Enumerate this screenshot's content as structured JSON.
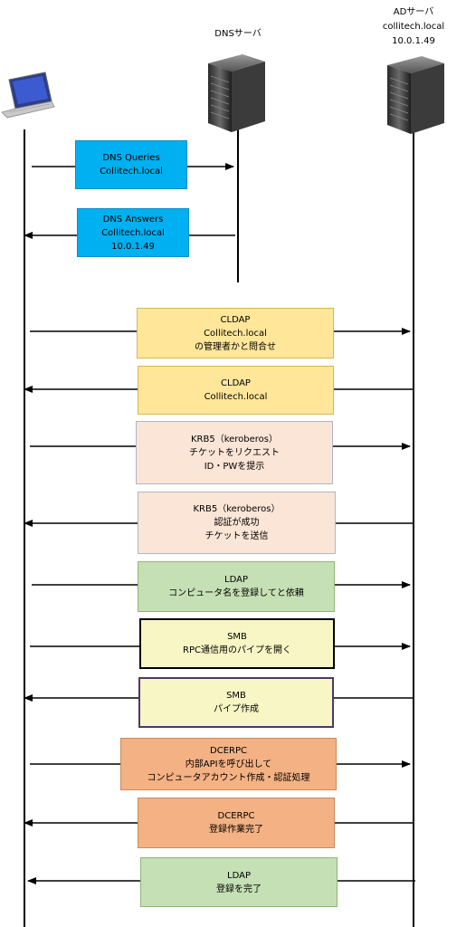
{
  "actors": {
    "dns": {
      "label": "DNSサーバ"
    },
    "ad": {
      "lines": [
        "ADサーバ",
        "collitech.local",
        "10.0.1.49"
      ]
    }
  },
  "messages": [
    {
      "lines": [
        "DNS  Queries",
        "Collitech.local"
      ],
      "direction": "right",
      "color": "#00b0f0"
    },
    {
      "lines": [
        "DNS Answers",
        "Collitech.local",
        "10.0.1.49"
      ],
      "direction": "left",
      "color": "#00b0f0"
    },
    {
      "lines": [
        "CLDAP",
        "Collitech.local",
        "の管理者かと問合せ"
      ],
      "direction": "right",
      "color": "#ffe699"
    },
    {
      "lines": [
        "CLDAP",
        "Collitech.local"
      ],
      "direction": "left",
      "color": "#ffe699"
    },
    {
      "lines": [
        "KRB5（keroberos）",
        "チケットをリクエスト",
        "ID・PWを提示"
      ],
      "direction": "right",
      "color": "#fbe5d6"
    },
    {
      "lines": [
        "KRB5（keroberos）",
        "認証が成功",
        "チケットを送信"
      ],
      "direction": "left",
      "color": "#fbe5d6"
    },
    {
      "lines": [
        "LDAP",
        "コンピュータ名を登録してと依頼"
      ],
      "direction": "right",
      "color": "#c5e0b4"
    },
    {
      "lines": [
        "SMB",
        "RPC通信用のパイプを開く"
      ],
      "direction": "right",
      "color": "#f8f6c4"
    },
    {
      "lines": [
        "SMB",
        "パイプ作成"
      ],
      "direction": "left",
      "color": "#f8f6c4"
    },
    {
      "lines": [
        "DCERPC",
        "内部APIを呼び出して",
        "コンピュータアカウント作成・認証処理"
      ],
      "direction": "right",
      "color": "#f4b183"
    },
    {
      "lines": [
        "DCERPC",
        "登録作業完了"
      ],
      "direction": "left",
      "color": "#f4b183"
    },
    {
      "lines": [
        "LDAP",
        "登録を完了"
      ],
      "direction": "left",
      "color": "#c5e0b4"
    }
  ]
}
